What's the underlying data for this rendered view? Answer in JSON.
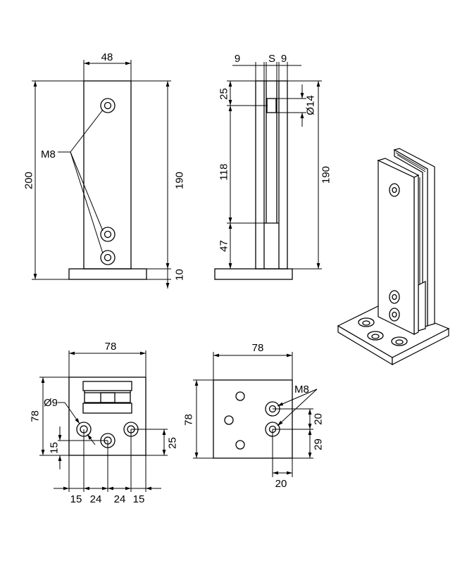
{
  "front_view": {
    "width": "48",
    "height_total": "200",
    "height_post": "190",
    "base_thickness": "10",
    "hole_label": "M8"
  },
  "side_view": {
    "left_plate": "9",
    "gap": "S",
    "right_plate": "9",
    "top_offset": "25",
    "slot_length": "118",
    "bottom": "47",
    "pin_diameter": "Ø14",
    "height_post": "190"
  },
  "bottom_left_view": {
    "width": "78",
    "depth": "78",
    "hole_diameter": "Ø9",
    "hole_offset_front": "15",
    "hole_offset_side": "25",
    "spacing": [
      "15",
      "24",
      "24",
      "15"
    ]
  },
  "bottom_right_view": {
    "width": "78",
    "depth": "78",
    "hole_label": "M8",
    "hole_spacing": "20",
    "hole_from_edge": "29",
    "hole_x_offset": "20"
  }
}
